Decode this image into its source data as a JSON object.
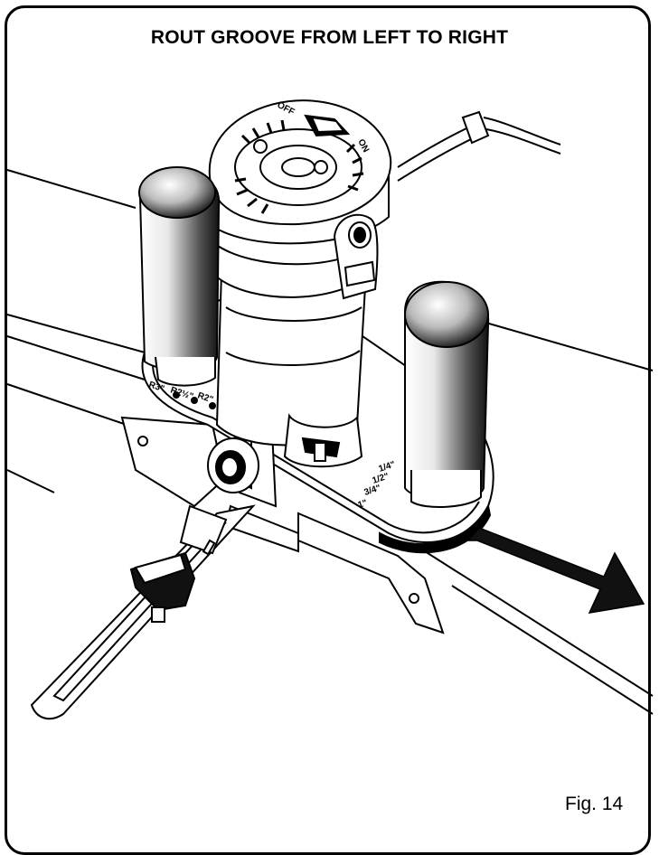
{
  "title": "ROUT GROOVE FROM LEFT TO RIGHT",
  "figure_label": "Fig. 14",
  "switch": {
    "off": "OFF",
    "on": "ON"
  },
  "radius_scale": [
    "R3\"",
    "R2½\"",
    "R2\""
  ],
  "depth_scale": [
    "1/4\"",
    "1/2\"",
    "3/4\"",
    "1\""
  ],
  "direction_arrow": "arrow-right-icon"
}
